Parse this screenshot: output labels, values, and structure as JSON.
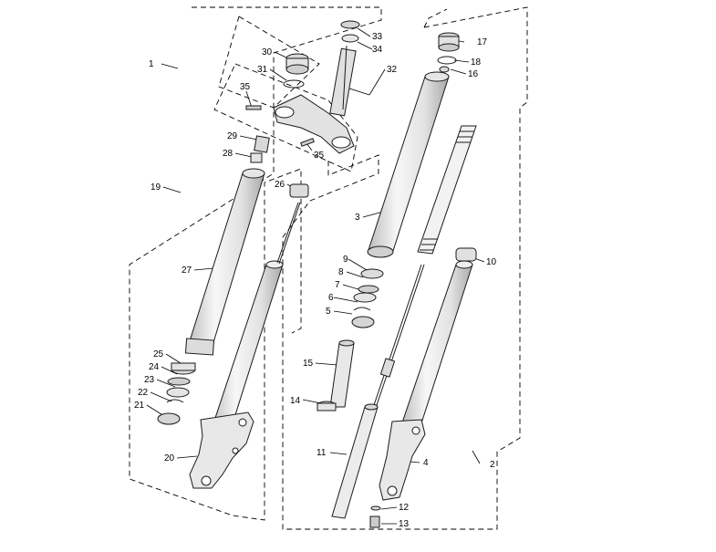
{
  "callouts": [
    {
      "label": "1"
    },
    {
      "label": "2"
    },
    {
      "label": "3"
    },
    {
      "label": "4"
    },
    {
      "label": "5"
    },
    {
      "label": "6"
    },
    {
      "label": "7"
    },
    {
      "label": "8"
    },
    {
      "label": "9"
    },
    {
      "label": "10"
    },
    {
      "label": "11"
    },
    {
      "label": "12"
    },
    {
      "label": "13"
    },
    {
      "label": "14"
    },
    {
      "label": "15"
    },
    {
      "label": "16"
    },
    {
      "label": "17"
    },
    {
      "label": "18"
    },
    {
      "label": "19"
    },
    {
      "label": "20"
    },
    {
      "label": "21"
    },
    {
      "label": "22"
    },
    {
      "label": "23"
    },
    {
      "label": "24"
    },
    {
      "label": "25"
    },
    {
      "label": "26"
    },
    {
      "label": "27"
    },
    {
      "label": "28"
    },
    {
      "label": "29"
    },
    {
      "label": "30"
    },
    {
      "label": "31"
    },
    {
      "label": "32"
    },
    {
      "label": "33"
    },
    {
      "label": "34"
    },
    {
      "label": "35"
    },
    {
      "label": "35"
    }
  ],
  "colors": {
    "line": "#000000",
    "part_fill": "#f4f4f4",
    "part_shade": "#c8c8c8",
    "background": "#ffffff"
  }
}
